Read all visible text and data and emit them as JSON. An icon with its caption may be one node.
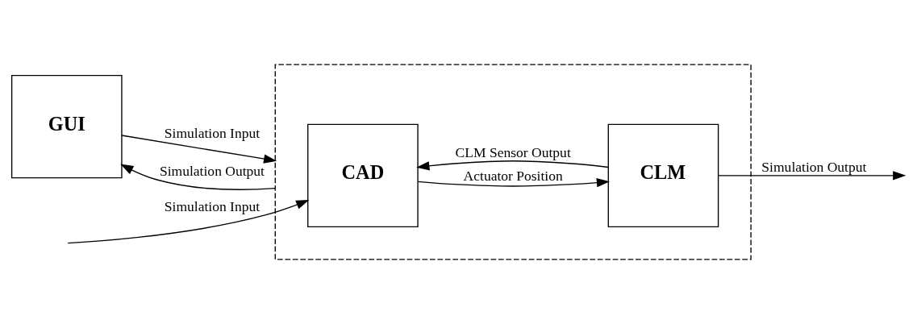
{
  "diagram": {
    "nodes": [
      {
        "text": [
          "GUI"
        ]
      },
      {
        "text": [],
        "shape": "box"
      },
      {
        "text": [
          "CAD"
        ],
        "in": 1
      },
      {
        "text": [
          "CLM"
        ],
        "in": 1
      }
    ],
    "edges": [
      {
        "from": 0,
        "to": 1,
        "arrow": "to",
        "label": "Simulation Input"
      },
      {
        "from": 1,
        "to": 0,
        "arrow": "to",
        "label": "Simulation Output"
      },
      {
        "from": null,
        "to": 2,
        "arrow": "to",
        "label": "Simulation Input"
      },
      {
        "from": 2,
        "to": 3,
        "arrow": "to",
        "label": "Actuator Position"
      },
      {
        "from": 3,
        "to": null,
        "arrow": "to",
        "label": "Simulation Output"
      },
      {
        "from": 3,
        "to": 2,
        "arrow": "to",
        "label": "CLM Sensor Output"
      }
    ]
  }
}
